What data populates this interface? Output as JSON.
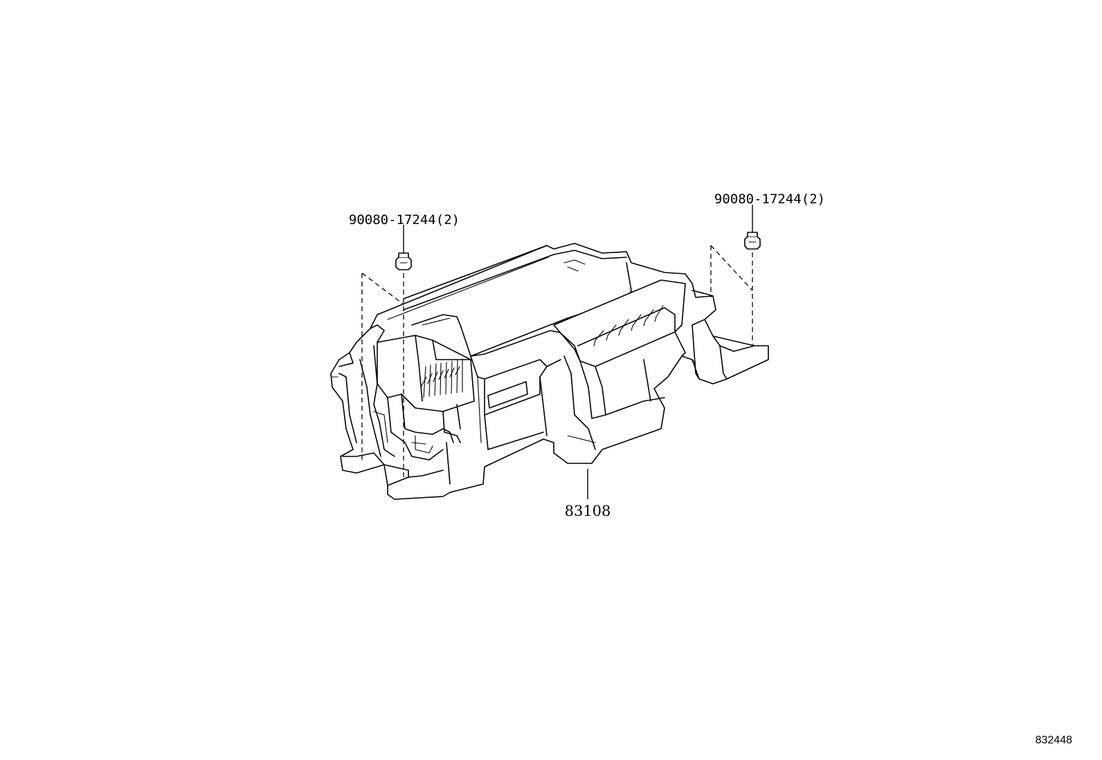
{
  "callouts": {
    "bolt_left": "90080-17244(2)",
    "bolt_right": "90080-17244(2)",
    "main_part": "83108"
  },
  "diagram_id": "832448"
}
